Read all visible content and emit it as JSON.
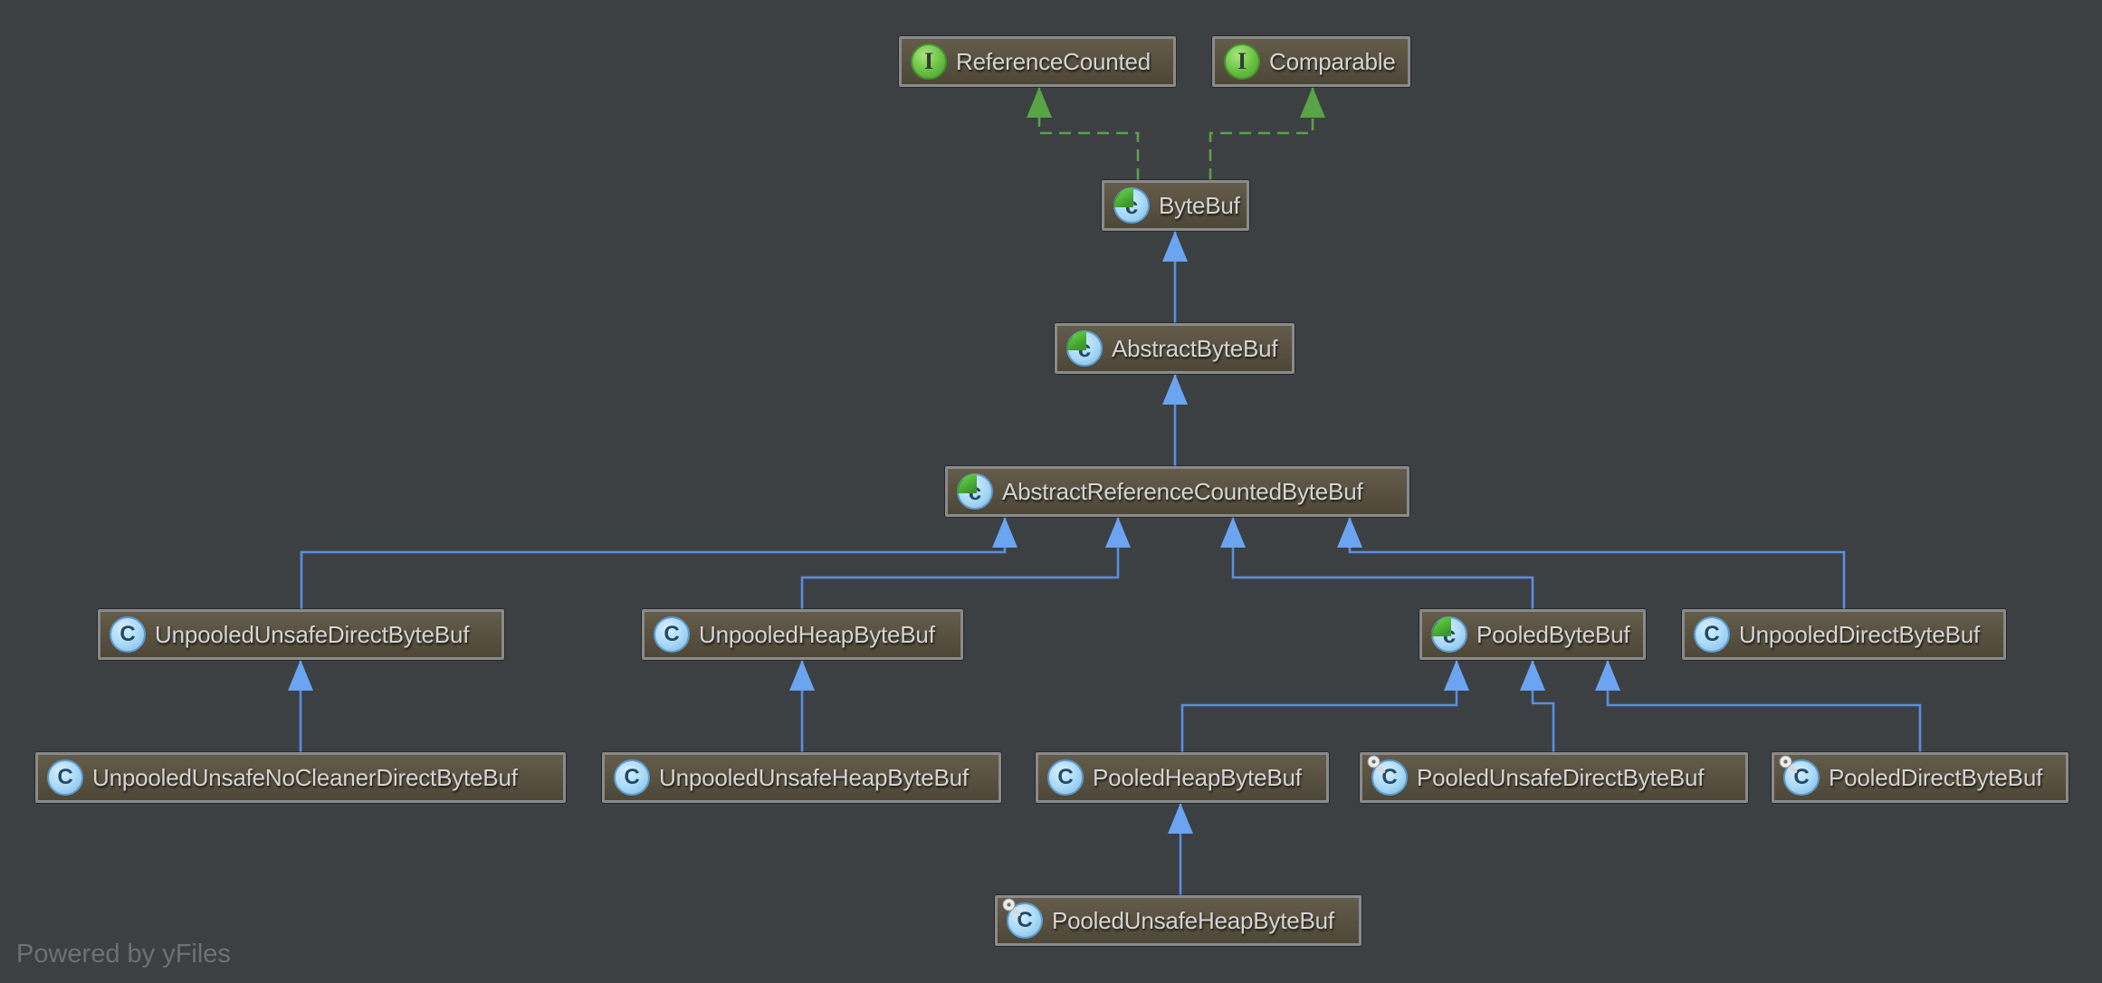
{
  "watermark": {
    "text": "Powered by yFiles"
  },
  "icon_glyphs": {
    "interface": "I",
    "class": "C",
    "abstract": "c"
  },
  "colors": {
    "background": "#3c4043",
    "node_border": "#8a8a8a",
    "node_text": "#d4d4d4",
    "extends_edge": "#5b8de0",
    "implements_edge": "#5f9e4b",
    "interface_icon": "#63bc3e",
    "class_icon": "#a8d8f5",
    "watermark_text": "#6d7175"
  },
  "nodes": {
    "reference_counted": {
      "label": "ReferenceCounted",
      "kind": "interface"
    },
    "comparable": {
      "label": "Comparable",
      "kind": "interface"
    },
    "byte_buf": {
      "label": "ByteBuf",
      "kind": "abstract class"
    },
    "abstract_byte_buf": {
      "label": "AbstractByteBuf",
      "kind": "abstract class"
    },
    "abstract_reference_counted_byte_buf": {
      "label": "AbstractReferenceCountedByteBuf",
      "kind": "abstract class"
    },
    "unpooled_unsafe_direct_byte_buf": {
      "label": "UnpooledUnsafeDirectByteBuf",
      "kind": "class"
    },
    "unpooled_heap_byte_buf": {
      "label": "UnpooledHeapByteBuf",
      "kind": "class"
    },
    "pooled_byte_buf": {
      "label": "PooledByteBuf",
      "kind": "abstract class"
    },
    "unpooled_direct_byte_buf": {
      "label": "UnpooledDirectByteBuf",
      "kind": "class"
    },
    "unpooled_unsafe_no_cleaner_direct_byte_buf": {
      "label": "UnpooledUnsafeNoCleanerDirectByteBuf",
      "kind": "class"
    },
    "unpooled_unsafe_heap_byte_buf": {
      "label": "UnpooledUnsafeHeapByteBuf",
      "kind": "class"
    },
    "pooled_heap_byte_buf": {
      "label": "PooledHeapByteBuf",
      "kind": "class"
    },
    "pooled_unsafe_direct_byte_buf": {
      "label": "PooledUnsafeDirectByteBuf",
      "kind": "final class"
    },
    "pooled_direct_byte_buf": {
      "label": "PooledDirectByteBuf",
      "kind": "final class"
    },
    "pooled_unsafe_heap_byte_buf": {
      "label": "PooledUnsafeHeapByteBuf",
      "kind": "final class"
    }
  },
  "edges": [
    {
      "from": "ByteBuf",
      "to": "ReferenceCounted",
      "type": "implements"
    },
    {
      "from": "ByteBuf",
      "to": "Comparable",
      "type": "implements"
    },
    {
      "from": "AbstractByteBuf",
      "to": "ByteBuf",
      "type": "extends"
    },
    {
      "from": "AbstractReferenceCountedByteBuf",
      "to": "AbstractByteBuf",
      "type": "extends"
    },
    {
      "from": "UnpooledUnsafeDirectByteBuf",
      "to": "AbstractReferenceCountedByteBuf",
      "type": "extends"
    },
    {
      "from": "UnpooledHeapByteBuf",
      "to": "AbstractReferenceCountedByteBuf",
      "type": "extends"
    },
    {
      "from": "PooledByteBuf",
      "to": "AbstractReferenceCountedByteBuf",
      "type": "extends"
    },
    {
      "from": "UnpooledDirectByteBuf",
      "to": "AbstractReferenceCountedByteBuf",
      "type": "extends"
    },
    {
      "from": "UnpooledUnsafeNoCleanerDirectByteBuf",
      "to": "UnpooledUnsafeDirectByteBuf",
      "type": "extends"
    },
    {
      "from": "UnpooledUnsafeHeapByteBuf",
      "to": "UnpooledHeapByteBuf",
      "type": "extends"
    },
    {
      "from": "PooledHeapByteBuf",
      "to": "PooledByteBuf",
      "type": "extends"
    },
    {
      "from": "PooledUnsafeDirectByteBuf",
      "to": "PooledByteBuf",
      "type": "extends"
    },
    {
      "from": "PooledDirectByteBuf",
      "to": "PooledByteBuf",
      "type": "extends"
    },
    {
      "from": "PooledUnsafeHeapByteBuf",
      "to": "PooledHeapByteBuf",
      "type": "extends"
    }
  ]
}
